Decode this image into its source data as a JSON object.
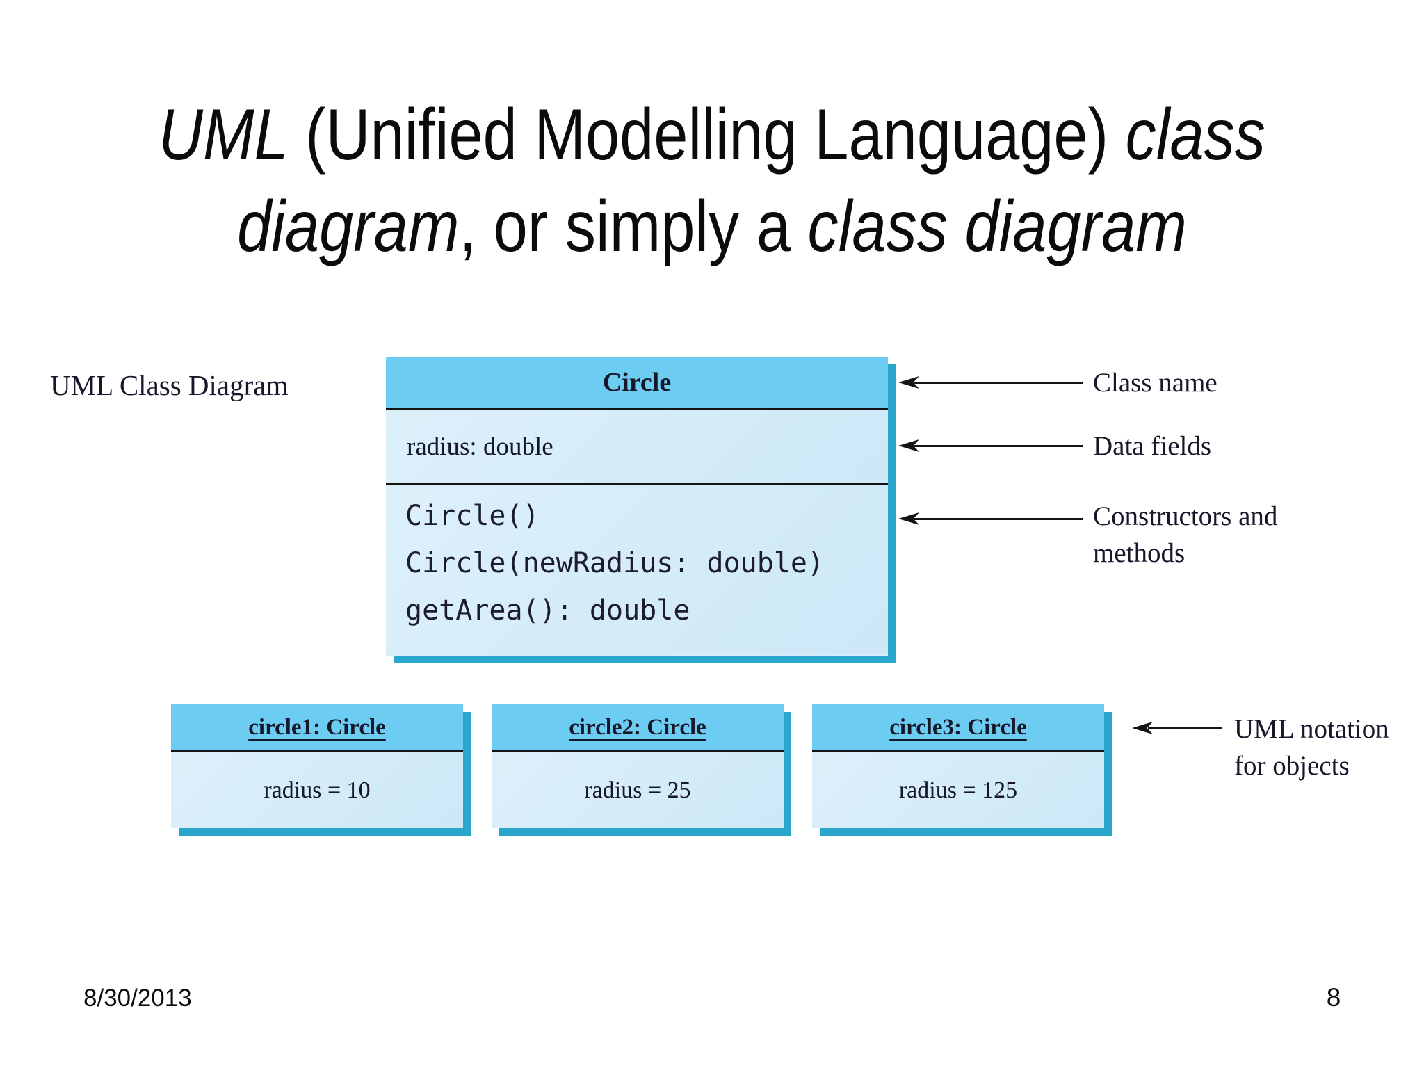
{
  "title": {
    "line1": [
      {
        "t": "UML",
        "i": true
      },
      {
        "t": " (Unified Modelling Language) ",
        "i": false
      },
      {
        "t": "class",
        "i": true
      }
    ],
    "line2": [
      {
        "t": "diagram",
        "i": true
      },
      {
        "t": ", or simply a ",
        "i": false
      },
      {
        "t": "class diagram",
        "i": true
      }
    ]
  },
  "diagram": {
    "caption": "UML Class Diagram",
    "class_box": {
      "name": "Circle",
      "fields": [
        "radius: double"
      ],
      "methods": [
        "Circle()",
        "Circle(newRadius: double)",
        "getArea(): double"
      ]
    },
    "annotations": {
      "class_name": [
        "Class name"
      ],
      "data_fields": [
        "Data fields"
      ],
      "constructors_methods": [
        "Constructors and",
        "methods"
      ],
      "uml_notation": [
        "UML notation",
        "for objects"
      ]
    },
    "objects": [
      {
        "title": "circle1: Circle",
        "body": "radius = 10"
      },
      {
        "title": "circle2: Circle",
        "body": "radius = 25"
      },
      {
        "title": "circle3: Circle",
        "body": "radius = 125"
      }
    ]
  },
  "footer": {
    "date": "8/30/2013",
    "page": "8"
  },
  "colors": {
    "header_blue": "#6cccf1",
    "body_blue_light": "#ddf0fa",
    "body_blue": "#cde8f7",
    "shadow_teal": "#2aa5cb"
  }
}
